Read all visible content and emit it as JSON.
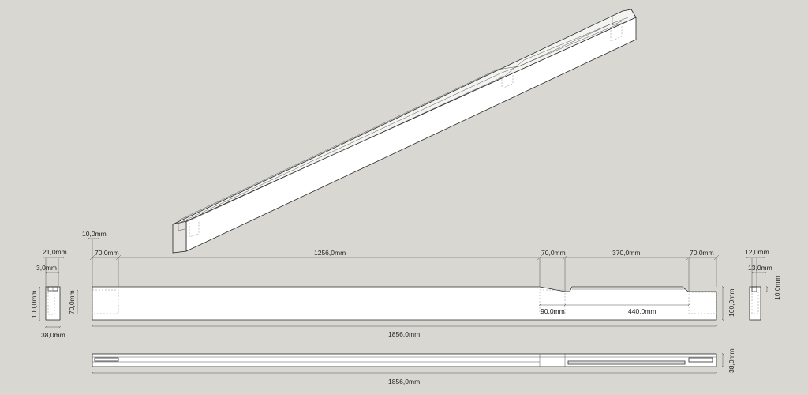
{
  "colors": {
    "background": "#d8d7d2",
    "part_face": "#ffffff",
    "part_side": "#e2e1de",
    "part_top": "#f3f3f1",
    "line": "#2a2a2a",
    "hidden_line": "#888888"
  },
  "dimensions": {
    "front": {
      "top_10": "10,0mm",
      "left_70": "70,0mm",
      "span_1256": "1256,0mm",
      "mid_70": "70,0mm",
      "span_370": "370,0mm",
      "right_70": "70,0mm",
      "height_70": "70,0mm",
      "height_100": "100,0mm",
      "bottom_90": "90,0mm",
      "bottom_440": "440,0mm",
      "length_1856": "1856,0mm"
    },
    "left_end": {
      "width_21": "21,0mm",
      "slot_3": "3,0mm",
      "height_100": "100,0mm",
      "width_38": "38,0mm"
    },
    "right_end": {
      "width_12": "12,0mm",
      "width_13": "13,0mm",
      "depth_10": "10,0mm"
    },
    "plan": {
      "thickness_38": "38,0mm",
      "length_1856": "1856,0mm"
    }
  }
}
